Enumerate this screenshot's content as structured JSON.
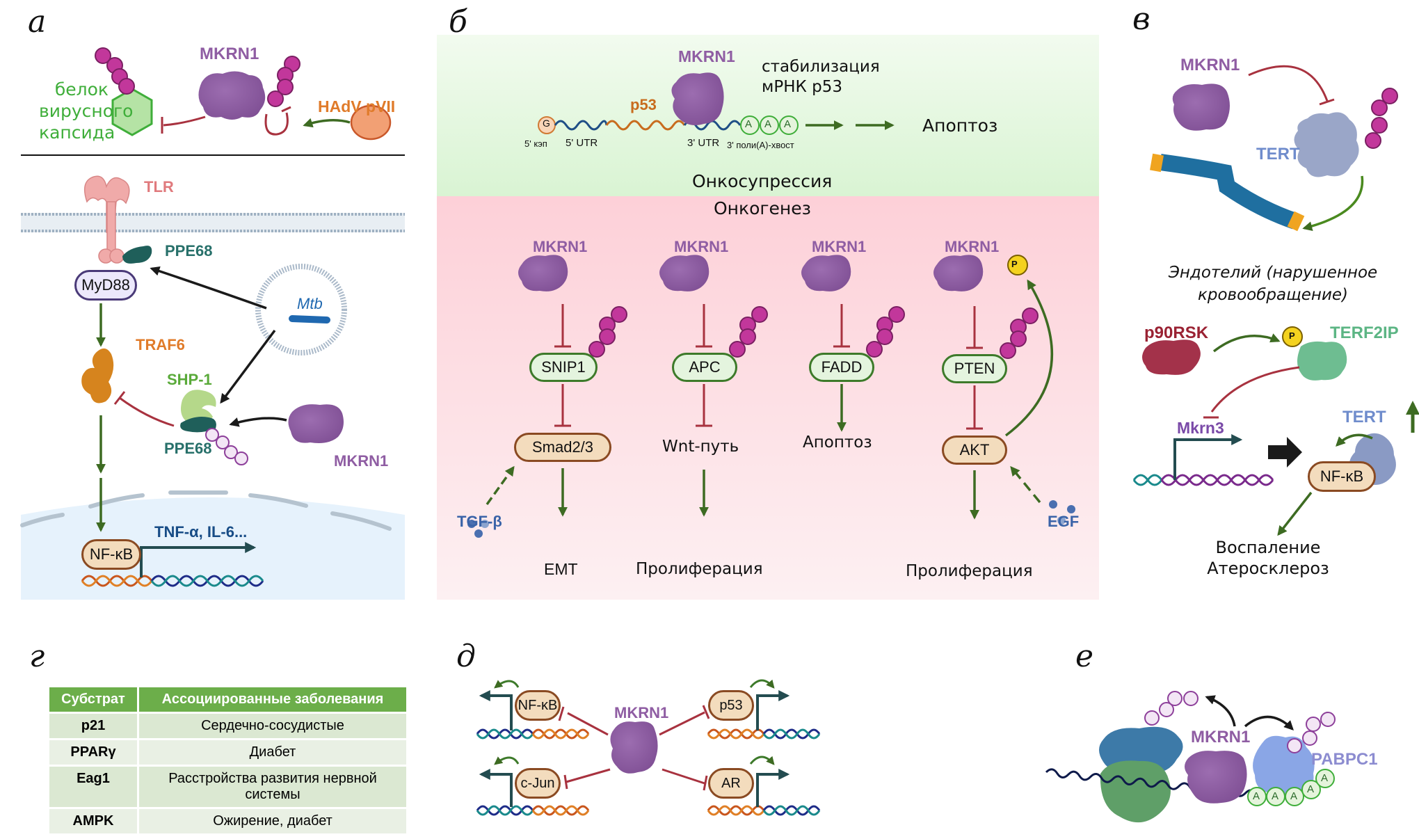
{
  "colors": {
    "mkrn1": "#8f5da3",
    "inhibit": "#a8323f",
    "activate": "#3d6b22",
    "ub": "#c2379b",
    "tlr": "#e07a7d",
    "ppe68": "#27706a",
    "traf6": "#e07b2a",
    "shp1": "#5aaa3a",
    "tert": "#6f8ccc",
    "terf2ip": "#5cb584",
    "p90rsk": "#9a2233",
    "egf": "#3a63a8",
    "pabpc1": "#8c8cd0",
    "suppression_bg": "#dff6da",
    "oncogenesis_bg": "#fdd3da",
    "table_header": "#6cae4a"
  },
  "panels": {
    "a": {
      "letter": "а",
      "top": {
        "mkrn1": "MKRN1",
        "capsid_label": [
          "белок",
          "вирусного",
          "капсида"
        ],
        "virus_protein": "HAdV pVII",
        "ub": "Ub"
      },
      "bottom": {
        "tlr": "TLR",
        "ppe68_top": "PPE68",
        "myd88": "MyD88",
        "mtb": "Mtb",
        "traf6": "TRAF6",
        "shp1": "SHP-1",
        "ppe68_bottom": "PPE68",
        "mkrn1": "MKRN1",
        "nfkb": "NF-κB",
        "cytokines": "TNF-α, IL-6...",
        "ub": "Ub"
      }
    },
    "b": {
      "letter": "б",
      "suppression": {
        "mkrn1": "MKRN1",
        "stabilization": [
          "стабилизация",
          "мРНК p53"
        ],
        "p53": "p53",
        "cap": "G",
        "cap_label": "5' кэп",
        "utr5": "5' UTR",
        "utr3": "3' UTR",
        "polyA_label": "3' поли(A)-хвост",
        "polyA": [
          "A",
          "A",
          "A"
        ],
        "outcome": "Апоптоз",
        "title": "Онкосупрессия"
      },
      "oncogenesis": {
        "title": "Онкогенез",
        "columns": [
          {
            "enzyme": "MKRN1",
            "substrate": "SNIP1",
            "target": "Smad2/3",
            "outcome": "EMT",
            "input": "TGF-β"
          },
          {
            "enzyme": "MKRN1",
            "substrate": "APC",
            "target": "Wnt-путь",
            "outcome": "Пролиферация"
          },
          {
            "enzyme": "MKRN1",
            "substrate": "FADD",
            "outcome": "Апоптоз"
          },
          {
            "enzyme": "MKRN1",
            "substrate": "PTEN",
            "target": "AKT",
            "outcome": "Пролиферация",
            "input": "EGF",
            "phospho": "P"
          }
        ],
        "ub": "Ub"
      }
    },
    "c": {
      "letter": "в",
      "mkrn1": "MKRN1",
      "tert": "TERT",
      "caption": [
        "Эндотелий (нарушенное",
        "кровообращение)"
      ],
      "p90rsk": "p90RSK",
      "terf2ip": "TERF2IP",
      "phospho": "P",
      "mkrn3": "Mkrn3",
      "tert2": "TERT",
      "nfkb": "NF-κB",
      "outcome": [
        "Воспаление",
        "Атеросклероз"
      ],
      "ub": "Ub"
    },
    "d": {
      "letter": "г",
      "table": {
        "headers": [
          "Субстрат",
          "Ассоциированные заболевания"
        ],
        "rows": [
          [
            "p21",
            "Сердечно-сосудистые"
          ],
          [
            "PPARγ",
            "Диабет"
          ],
          [
            "Eag1",
            "Расстройства развития нервной системы"
          ],
          [
            "AMPK",
            "Ожирение, диабет"
          ]
        ]
      }
    },
    "e": {
      "letter": "д",
      "mkrn1": "MKRN1",
      "factors": [
        "NF-κB",
        "c-Jun",
        "p53",
        "AR"
      ]
    },
    "f": {
      "letter": "е",
      "mkrn1": "MKRN1",
      "pabpc1": "PABPC1",
      "polyA": [
        "A",
        "A",
        "A",
        "A",
        "A"
      ],
      "ub": "Ub"
    }
  }
}
